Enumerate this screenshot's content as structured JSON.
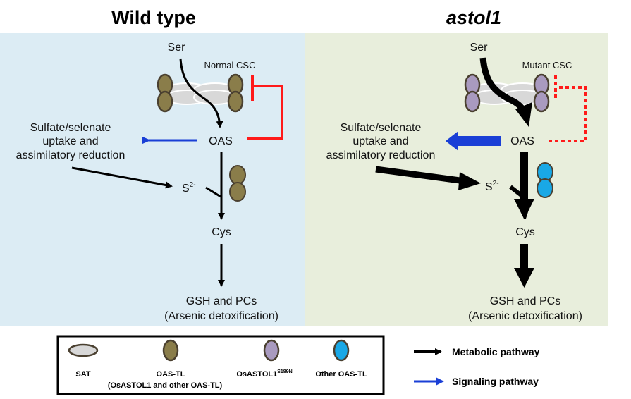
{
  "panels": {
    "left": {
      "title": "Wild type",
      "background": "#dcecf4",
      "ser": "Ser",
      "csc_label": "Normal CSC",
      "oas": "OAS",
      "sulfate": [
        "Sulfate/selenate",
        "uptake and",
        "assimilatory reduction"
      ],
      "sulfide": "S",
      "sulfide_charge": "2-",
      "cys": "Cys",
      "gsh": "GSH and PCs",
      "detox": "(Arsenic detoxification)",
      "oastl_color": "#8a7d4a",
      "feedback": "solid inhibition"
    },
    "right": {
      "title": "astol1",
      "background": "#e8eedc",
      "ser": "Ser",
      "csc_label": "Mutant CSC",
      "oas": "OAS",
      "sulfate": [
        "Sulfate/selenate",
        "uptake and",
        "assimilatory reduction"
      ],
      "sulfide": "S",
      "sulfide_charge": "2-",
      "cys": "Cys",
      "gsh": "GSH and PCs",
      "detox": "(Arsenic detoxification)",
      "oastl_color": "#a99abf",
      "other_oastl_color": "#19a8e6",
      "feedback": "dotted (weakened) inhibition"
    }
  },
  "legend": {
    "items": [
      {
        "label": "SAT",
        "sublabel": "",
        "color": "#d8d8d8",
        "shape": "horizontal-ellipse"
      },
      {
        "label": "OAS-TL",
        "sublabel": "(OsASTOL1 and other OAS-TL)",
        "color": "#8a7d4a",
        "shape": "vertical-ellipse"
      },
      {
        "label": "OsASTOL1",
        "superscript": "S189N",
        "sublabel": "",
        "color": "#a99abf",
        "shape": "vertical-ellipse"
      },
      {
        "label": "Other OAS-TL",
        "sublabel": "",
        "color": "#19a8e6",
        "shape": "vertical-ellipse"
      }
    ],
    "arrows": [
      {
        "label": "Metabolic pathway",
        "color": "#000000"
      },
      {
        "label": "Signaling pathway",
        "color": "#1a3fd6"
      }
    ]
  },
  "colors": {
    "signaling": "#1a3fd6",
    "inhibition": "#ff1a1a",
    "metabolic": "#000000",
    "outline": "#4a4030"
  }
}
